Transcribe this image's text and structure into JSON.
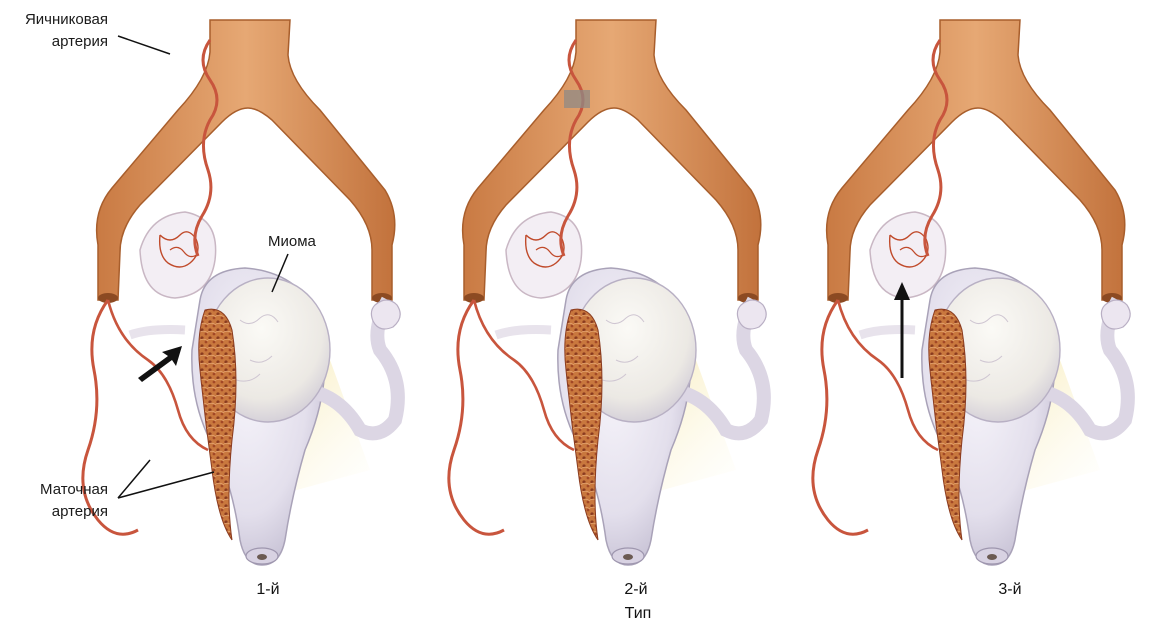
{
  "labels": {
    "ovarian_artery_line1": "Яичниковая",
    "ovarian_artery_line2": "артерия",
    "myoma": "Миома",
    "uterine_artery_line1": "Маточная",
    "uterine_artery_line2": "артерия"
  },
  "panels": [
    {
      "caption": "1-й"
    },
    {
      "caption": "2-й"
    },
    {
      "caption": "3-й"
    }
  ],
  "footer": {
    "caption": "Тип"
  },
  "colors": {
    "vessel": "#d9925a",
    "vessel_dark": "#b86a34",
    "artery": "#c8553d",
    "uterus": "#e6e2ee",
    "uterus_shadow": "#bdb7cc",
    "background_glow": "#f6e7a4",
    "arrow": "#111111"
  }
}
